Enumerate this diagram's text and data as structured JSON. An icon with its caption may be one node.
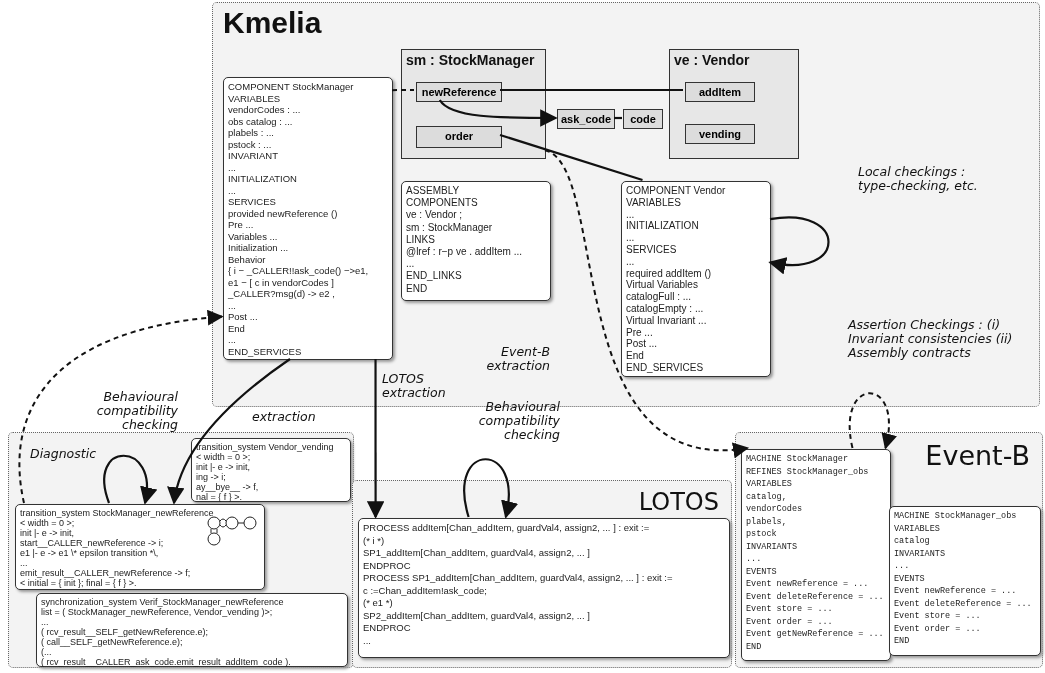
{
  "diagram": {
    "nodes": [
      {
        "text": [
          "Kmelia"
        ]
      },
      {
        "text": [
          "sm : StockManager"
        ],
        "in": 0
      },
      {
        "text": [
          "COMPONENT StockManager",
          "VARIABLES",
          "vendorCodes : ...",
          "obs catalog : ...",
          "plabels : ...",
          "pstock : ...",
          "INVARIANT",
          "...",
          "INITIALIZATION",
          "...",
          "SERVICES",
          "provided newReference ()",
          "Pre ...",
          "Variables ...",
          "Initialization ...",
          "Behavior",
          "{ i − _CALLER!!ask_code() −>e1,",
          "e1 − [ c in vendorCodes ]",
          "_CALLER?msg(d) -> e2 ,",
          "...",
          "Post ...",
          "End",
          "...",
          "END_SERVICES"
        ],
        "in": 0
      },
      {
        "text": [
          "newReference"
        ],
        "in": 1
      },
      {
        "text": [
          "ask_code"
        ],
        "in": 0
      },
      {
        "text": [
          "code"
        ],
        "in": 0
      },
      {
        "text": [
          "ve : Vendor"
        ],
        "in": 0
      },
      {
        "text": [
          "addItem"
        ],
        "in": 6
      },
      {
        "text": [
          "ASSEMBLY",
          "COMPONENTS",
          "ve : Vendor ;",
          "sm : StockManager",
          "LINKS",
          "@lref : r−p ve . addItem ...",
          "...",
          "END_LINKS",
          "END"
        ],
        "in": 0
      },
      {
        "text": [
          "COMPONENT Vendor",
          "VARIABLES",
          "...",
          "INITIALIZATION",
          "...",
          "SERVICES",
          "...",
          "required addItem ()",
          "Virtual Variables",
          "catalogFull : ...",
          "catalogEmpty : ...",
          "Virtual Invariant ...",
          "Pre ...",
          "Post ...",
          "End",
          "END_SERVICES"
        ],
        "in": 0
      },
      {
        "text": [
          "vending"
        ],
        "in": 6
      },
      {
        "text": [
          "order"
        ],
        "in": 1
      },
      {
        "text": [],
        "shape": "box"
      },
      {
        "text": [
          "transition_system Vendor_vending",
          "< width = 0 >;",
          "init |- e -> init,",
          "ing -> i;",
          "ay__bye__ -> f,",
          "nal = { f } >."
        ],
        "in": 12
      },
      {
        "text": [
          "transition_system StockManager_newReference",
          "< width = 0 >;",
          "init |- e -> init,",
          "start__CALLER_newReference -> i;",
          "e1 |- e -> e1 \\* epsilon transition *\\,",
          "...",
          "emit_result__CALLER_newReference -> f;",
          "< initial = { init }; final = { f } >."
        ],
        "in": 12
      },
      {
        "text": [
          "synchronization_system Verif_StockManager_newReference",
          "list = ( StockManager_newReference, Vendor_vending )>;",
          "...",
          "( rcv_result__SELF_getNewReference.e);",
          "( call__SELF_getNewReference.e);",
          "(...",
          "( rcv_result__CALLER_ask_code.emit_result_addItem_code )."
        ],
        "in": 12
      },
      {
        "text": [
          "LOTOS"
        ]
      },
      {
        "text": [
          "PROCESS addItem[Chan_addItem, guardVal4, assign2, ... ] : exit :=",
          "(* i *)",
          "SP1_addItem[Chan_addItem, guardVal4, assign2, ... ]",
          "ENDPROC",
          "PROCESS SP1_addItem[Chan_addItem, guardVal4, assign2, ... ] : exit :=",
          "c :=Chan_addItem!ask_code;",
          "(* e1 *)",
          "SP2_addItem[Chan_addItem, guardVal4, assign2, ... ]",
          "ENDPROC",
          "..."
        ],
        "in": 16
      },
      {
        "text": [
          "Event-B"
        ]
      },
      {
        "text": [
          "MACHINE StockManager",
          "REFINES StockManager_obs",
          "VARIABLES",
          "catalog,",
          "vendorCodes",
          "plabels,",
          "pstock",
          "INVARIANTS",
          "...",
          "EVENTS",
          "Event newReference = ...",
          "Event deleteReference = ...",
          "Event store = ...",
          "Event order = ...",
          "Event getNewReference = ...",
          "END"
        ],
        "in": 18
      },
      {
        "text": [
          "MACHINE StockManager_obs",
          "VARIABLES",
          "catalog",
          "INVARIANTS",
          "...",
          "EVENTS",
          "Event newReference = ...",
          "Event deleteReference = ...",
          "Event store = ...",
          "Event order = ...",
          "END"
        ],
        "in": 18
      }
    ],
    "edges": [
      {
        "from": 2,
        "to": 3,
        "arrow": "none",
        "style": "dashed"
      },
      {
        "from": 3,
        "to": 4,
        "arrow": "to"
      },
      {
        "from": 4,
        "to": 5,
        "arrow": "none"
      },
      {
        "from": 3,
        "to": 7,
        "arrow": "none"
      },
      {
        "from": 11,
        "to": 9,
        "arrow": "none"
      },
      {
        "from": 2,
        "to": 14,
        "arrow": "to",
        "label": "extraction"
      },
      {
        "from": 2,
        "to": 17,
        "arrow": "to",
        "label": "LOTOS extraction"
      },
      {
        "from": 1,
        "to": 19,
        "arrow": "to",
        "label": "Event-B extraction",
        "style": "dashed"
      },
      {
        "from": 14,
        "to": 2,
        "arrow": "to",
        "label": "Diagnostic",
        "style": "dashed"
      },
      {
        "from": 14,
        "to": 14,
        "arrow": "to",
        "label": "Behavioural compatibility checking"
      },
      {
        "from": 17,
        "to": 17,
        "arrow": "to",
        "label": "Behavioural compatibility checking"
      },
      {
        "from": 9,
        "to": 9,
        "arrow": "to",
        "label": "Local checkings : type-checking, etc."
      },
      {
        "from": 19,
        "to": 19,
        "arrow": "to",
        "label": "Assertion Checkings : (i) Invariant consistencies (ii) Assembly contracts",
        "style": "dashed"
      }
    ]
  }
}
